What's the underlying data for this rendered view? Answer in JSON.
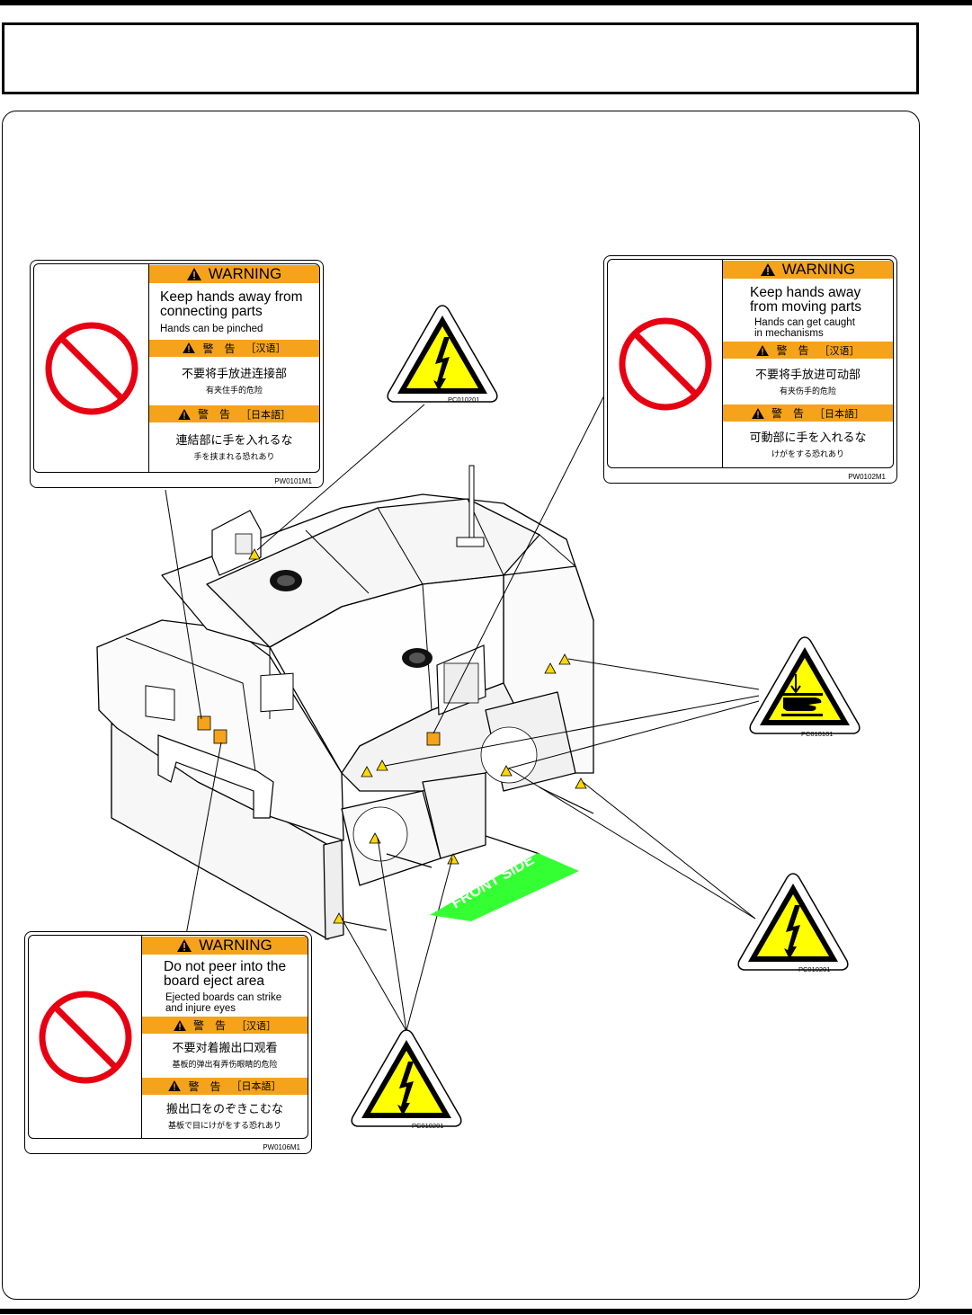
{
  "labels": {
    "connecting_parts": {
      "code": "PW0101M1",
      "header": "WARNING",
      "title_line1": "Keep hands away from",
      "title_line2": "connecting parts",
      "subtitle": "Hands can be pinched",
      "cn_header": "警　告",
      "cn_lang": "［汉语］",
      "cn_main": "不要将手放进连接部",
      "cn_sub": "有夹住手的危险",
      "jp_header": "警　告",
      "jp_lang": "［日本語］",
      "jp_main": "連結部に手を入れるな",
      "jp_sub": "手を挟まれる恐れあり"
    },
    "moving_parts": {
      "code": "PW0102M1",
      "header": "WARNING",
      "title_line1": "Keep hands away",
      "title_line2": "from moving parts",
      "subtitle_line1": "Hands can get caught",
      "subtitle_line2": "in mechanisms",
      "cn_header": "警　告",
      "cn_lang": "［汉语］",
      "cn_main": "不要将手放进可动部",
      "cn_sub": "有夹伤手的危险",
      "jp_header": "警　告",
      "jp_lang": "［日本語］",
      "jp_main": "可動部に手を入れるな",
      "jp_sub": "けがをする恐れあり"
    },
    "eject_area": {
      "code": "PW0106M1",
      "header": "WARNING",
      "title_line1": "Do not peer into the",
      "title_line2": "board eject area",
      "subtitle_line1": "Ejected boards can strike",
      "subtitle_line2": "and injure eyes",
      "cn_header": "警　告",
      "cn_lang": "［汉语］",
      "cn_main": "不要对着搬出口观看",
      "cn_sub": "基板的弹出有弄伤眼睛的危险",
      "jp_header": "警　告",
      "jp_lang": "［日本語］",
      "jp_main": "搬出口をのぞきこむな",
      "jp_sub": "基板で目にけがをする恐れあり"
    }
  },
  "hazards": {
    "electric_top": {
      "code": "PC010201"
    },
    "hand_crush": {
      "code": "PC010101"
    },
    "electric_right": {
      "code": "PC010201"
    },
    "electric_bottom": {
      "code": "PC010201"
    }
  },
  "floor_marker": "FRONT SIDE",
  "colors": {
    "warning_band": "#f5a31a",
    "hazard_yellow": "#ffff00",
    "prohibit_red": "#e60012",
    "front_side_green": "#33ff33",
    "tag_orange": "#f5a31a"
  }
}
